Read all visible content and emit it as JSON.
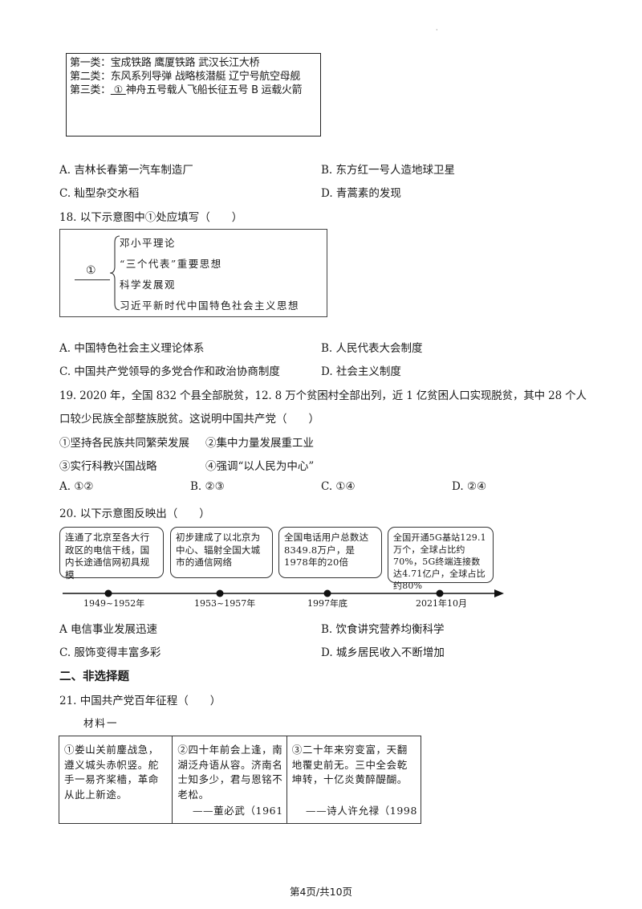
{
  "page_mark": "·",
  "q17_box": {
    "line1": "第一类：宝成铁路 鹰厦铁路 武汉长江大桥",
    "line2": "第二类：东风系列导弹 战略核潜艇 辽宁号航空母舰",
    "line3_prefix": "第三类：",
    "line3_blank": " ① ",
    "line3_rest": "神舟五号载人飞船长征五号 B 运载火箭"
  },
  "q17_options": {
    "A": "A. 吉林长春第一汽车制造厂",
    "B": "B. 东方红一号人造地球卫星",
    "C": "C. 籼型杂交水稻",
    "D": "D. 青蒿素的发现"
  },
  "q18": {
    "stem": "18. 以下示意图中①处应填写（　　）",
    "circle": "①",
    "items": [
      "邓小平理论",
      "“三个代表”重要思想",
      "科学发展观",
      "习近平新时代中国特色社会主义思想"
    ],
    "options": {
      "A": "A. 中国特色社会主义理论体系",
      "B": "B. 人民代表大会制度",
      "C": "C. 中国共产党领导的多党合作和政治协商制度",
      "D": "D. 社会主义制度"
    }
  },
  "q19": {
    "stem_line1": "19. 2020 年，全国 832 个县全部脱贫，12. 8 万个贫困村全部出列，近 1 亿贫困人口实现脱贫，其中 28 个人",
    "stem_line2": "口较少民族全部整族脱贫。这说明中国共产党（　　）",
    "item1": "①坚持各民族共同繁荣发展",
    "item2": "②集中力量发展重工业",
    "item3": "③实行科教兴国战略",
    "item4": "④强调“以人民为中心”",
    "options": {
      "A": "A. ①②",
      "B": "B. ②③",
      "C": "C. ①④",
      "D": "D. ②④"
    }
  },
  "q20": {
    "stem": "20. 以下示意图反映出（　　）",
    "events": [
      {
        "text": "连通了北京至各大行政区的电信干线，国内长途通信网初具规模",
        "label": "1949~1952年"
      },
      {
        "text": "初步建成了以北京为中心、辐射全国大城市的通信网络",
        "label": "1953~1957年"
      },
      {
        "text": "全国电话用户总数达8349.8万户，是1978年的20倍",
        "label": "1997年底"
      },
      {
        "text": "全国开通5G基站129.1万个，全球占比约70%，5G终端连接数达4.71亿户，全球占比约80%",
        "label": "2021年10月"
      }
    ],
    "options": {
      "A": "A  电信事业发展迅速",
      "B": "B. 饮食讲究营养均衡科学",
      "C": "C. 服饰变得丰富多彩",
      "D": "D. 城乡居民收入不断增加"
    }
  },
  "section2": "二、非选择题",
  "q21": {
    "stem": "21. 中国共产党百年征程（　　）",
    "material": "材料一",
    "poems": [
      {
        "text": "①娄山关前鏖战急，遵义城头赤帜竖。舵手一易齐桨檣，革命从此上新途。",
        "sig": ""
      },
      {
        "text": "②四十年前会上逢，南湖泛舟语从容。济南名士知多少，君与恩铭不老松。",
        "sig": "——董必武（1961"
      },
      {
        "text": "③二十年来穷变富，天翻地覆史前无。三中全会乾坤转，十亿炎黄醉醍醐。",
        "sig": "——诗人许允禄（1998"
      }
    ]
  },
  "footer": "第4页/共10页"
}
